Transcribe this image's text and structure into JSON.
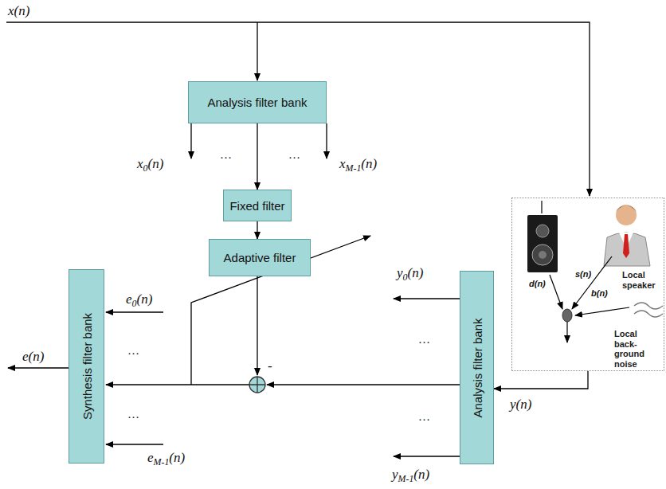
{
  "diagram": {
    "nodes": [
      {
        "text": [
          "Analysis filter bank"
        ]
      },
      {
        "text": [
          "Fixed filter"
        ]
      },
      {
        "text": [
          "Adaptive filter"
        ]
      },
      {
        "text": [
          "Synthesis filter bank"
        ]
      },
      {
        "text": [
          "Analysis filter bank"
        ]
      },
      {
        "text": [
          "Local speaker",
          "Local back-ground noise"
        ]
      }
    ],
    "edges": [
      {
        "from": 0,
        "to": 1,
        "arrow": "to"
      },
      {
        "from": 1,
        "to": 2,
        "arrow": "to"
      },
      {
        "from": 5,
        "to": 4,
        "arrow": "to"
      }
    ],
    "labels": [
      "x(n)",
      "x0(n)",
      "…",
      "…",
      "xM-1(n)",
      "e0(n)",
      "…",
      "…",
      "eM-1(n)",
      "e(n)",
      "y0(n)",
      "…",
      "…",
      "yM-1(n)",
      "y(n)",
      "-",
      "d(n)",
      "s(n)",
      "b(n)"
    ]
  }
}
